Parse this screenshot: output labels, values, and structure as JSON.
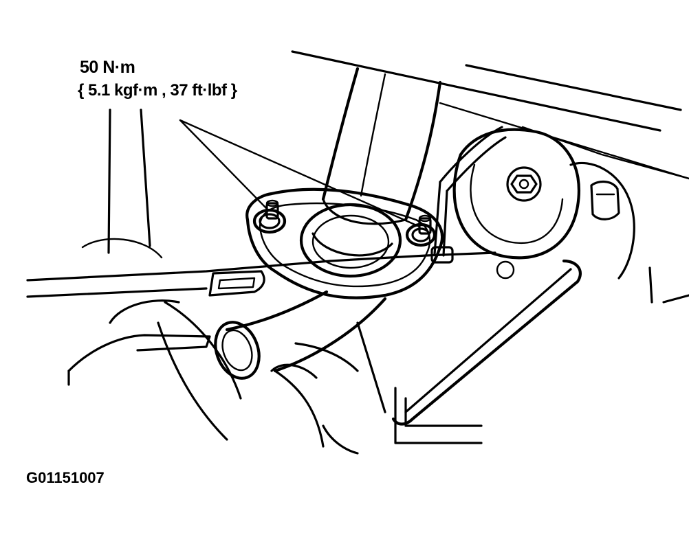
{
  "diagram": {
    "torque_spec": {
      "primary": "50 N·m",
      "secondary": "{ 5.1 kgf·m , 37 ft·lbf }"
    },
    "figure_id": "G01151007",
    "colors": {
      "ink": "#000000",
      "paper": "#ffffff"
    }
  }
}
